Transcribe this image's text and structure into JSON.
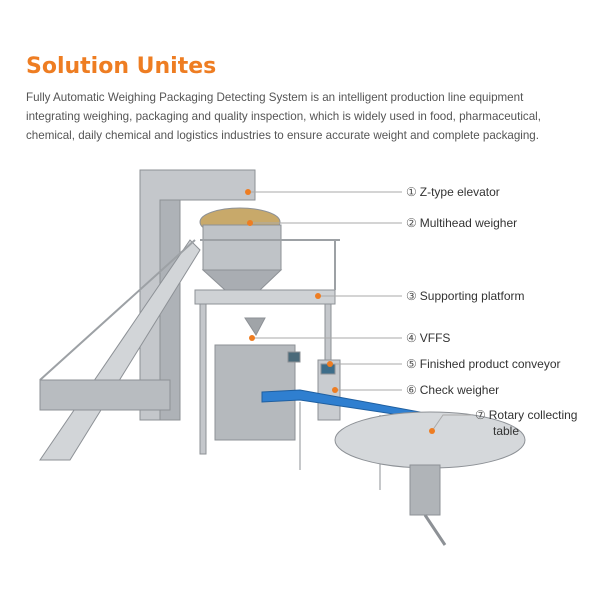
{
  "heading": "Solution Unites",
  "description": [
    "Fully Automatic Weighing Packaging Detecting System is an intelligent production line equipment",
    "integrating weighing, packaging and quality inspection, which is widely used in food, pharmaceutical,",
    "chemical, daily chemical and logistics industries to ensure accurate weight and complete packaging."
  ],
  "callouts": [
    {
      "num": "①",
      "label": "Z-type elevator"
    },
    {
      "num": "②",
      "label": "Multihead weigher"
    },
    {
      "num": "③",
      "label": "Supporting platform"
    },
    {
      "num": "④",
      "label": "VFFS"
    },
    {
      "num": "⑤",
      "label": "Finished product conveyor"
    },
    {
      "num": "⑥",
      "label": "Check weigher"
    },
    {
      "num": "⑦",
      "label": "Rotary collecting",
      "label2": "table"
    }
  ],
  "colors": {
    "accent": "#ee7d22",
    "conveyor": "#2f7fd0",
    "steel": "#b9bcc0"
  }
}
